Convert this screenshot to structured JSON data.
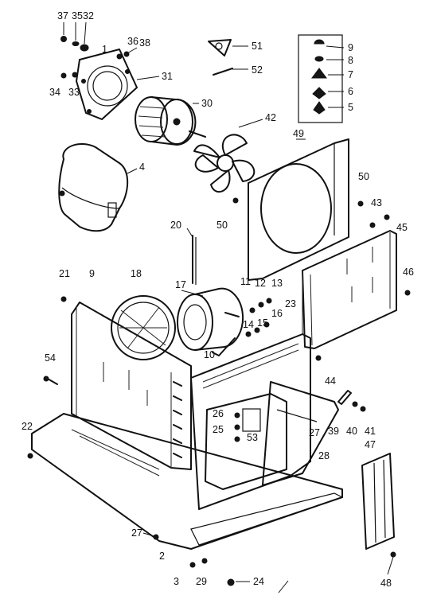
{
  "labels": {
    "l37": "37",
    "l35": "35",
    "l32": "32",
    "l36": "36",
    "l38": "38",
    "l51": "51",
    "l52": "52",
    "l9a": "9",
    "l8": "8",
    "l7": "7",
    "l6": "6",
    "l5": "5",
    "l34": "34",
    "l33": "33",
    "l31": "31",
    "l1": "1",
    "l30": "30",
    "l42": "42",
    "l49": "49",
    "l4": "4",
    "l50a": "50",
    "l50b": "50",
    "l43": "43",
    "l45": "45",
    "l46": "46",
    "l20": "20",
    "l21": "21",
    "l9b": "9",
    "l18": "18",
    "l17": "17",
    "l11": "11",
    "l12": "12",
    "l13": "13",
    "l23": "23",
    "l14": "14",
    "l15": "15",
    "l16": "16",
    "l10": "10",
    "l54": "54",
    "l44": "44",
    "l26": "26",
    "l25": "25",
    "l53": "53",
    "l27a": "27",
    "l39": "39",
    "l40": "40",
    "l41": "41",
    "l47": "47",
    "l28": "28",
    "l22": "22",
    "l27b": "27",
    "l2": "2",
    "l3": "3",
    "l29": "29",
    "l24": "24",
    "l48": "48"
  }
}
